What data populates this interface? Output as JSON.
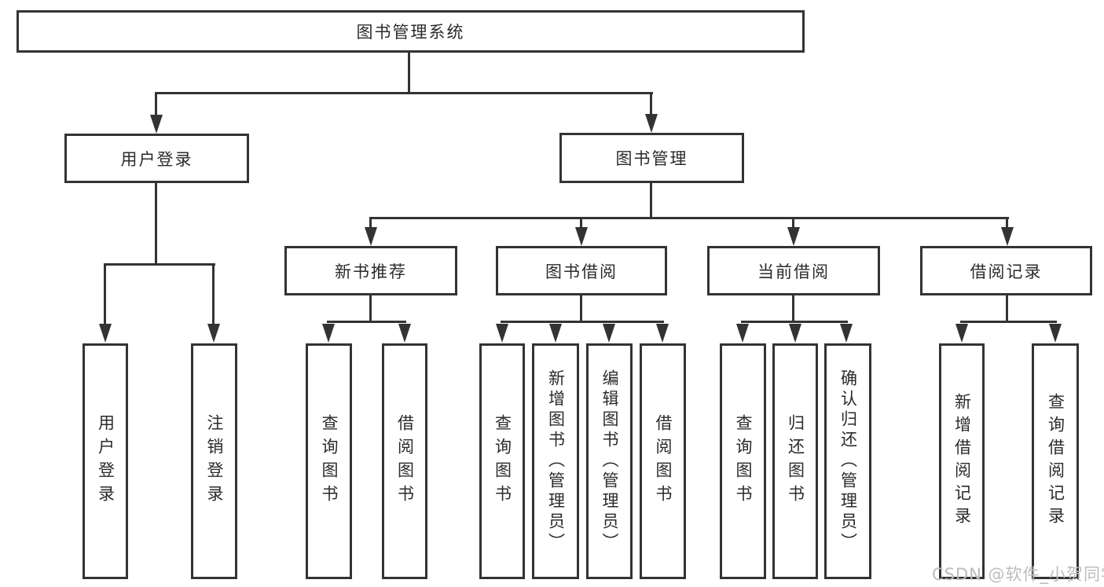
{
  "diagram": {
    "type": "hierarchy-tree",
    "colors": {
      "line": "#333333",
      "border": "#333333",
      "text": "#2b2b2b",
      "box_bg": "#ffffff",
      "watermark_text": "#bcbcbc"
    },
    "watermark": "CSDN @软件_小贺同学",
    "nodes": {
      "root": {
        "label": "图书管理系统",
        "children": [
          "user_login",
          "book_mgmt"
        ]
      },
      "user_login": {
        "label": "用户登录",
        "children": [
          "leaf_user_login",
          "leaf_logout"
        ]
      },
      "book_mgmt": {
        "label": "图书管理",
        "children": [
          "new_book_rec",
          "book_borrow",
          "current_borrow",
          "borrow_records"
        ]
      },
      "new_book_rec": {
        "label": "新书推荐",
        "children": [
          "rec_query_book",
          "rec_borrow_book"
        ]
      },
      "book_borrow": {
        "label": "图书借阅",
        "children": [
          "bor_query_book",
          "bor_add_book_admin",
          "bor_edit_book_admin",
          "bor_borrow_book"
        ]
      },
      "current_borrow": {
        "label": "当前借阅",
        "children": [
          "cur_query_book",
          "cur_return_book",
          "cur_confirm_return_admin"
        ]
      },
      "borrow_records": {
        "label": "借阅记录",
        "children": [
          "hist_add_record",
          "hist_query_record"
        ]
      },
      "leaf_user_login": {
        "label": "用户登录",
        "children": []
      },
      "leaf_logout": {
        "label": "注销登录",
        "children": []
      },
      "rec_query_book": {
        "label": "查询图书",
        "children": []
      },
      "rec_borrow_book": {
        "label": "借阅图书",
        "children": []
      },
      "bor_query_book": {
        "label": "查询图书",
        "children": []
      },
      "bor_add_book_admin": {
        "label": "新增图书（管理员）",
        "children": []
      },
      "bor_edit_book_admin": {
        "label": "编辑图书（管理员）",
        "children": []
      },
      "bor_borrow_book": {
        "label": "借阅图书",
        "children": []
      },
      "cur_query_book": {
        "label": "查询图书",
        "children": []
      },
      "cur_return_book": {
        "label": "归还图书",
        "children": []
      },
      "cur_confirm_return_admin": {
        "label": "确认归还（管理员）",
        "children": []
      },
      "hist_add_record": {
        "label": "新增借阅记录",
        "children": []
      },
      "hist_query_record": {
        "label": "查询借阅记录",
        "children": []
      }
    }
  }
}
